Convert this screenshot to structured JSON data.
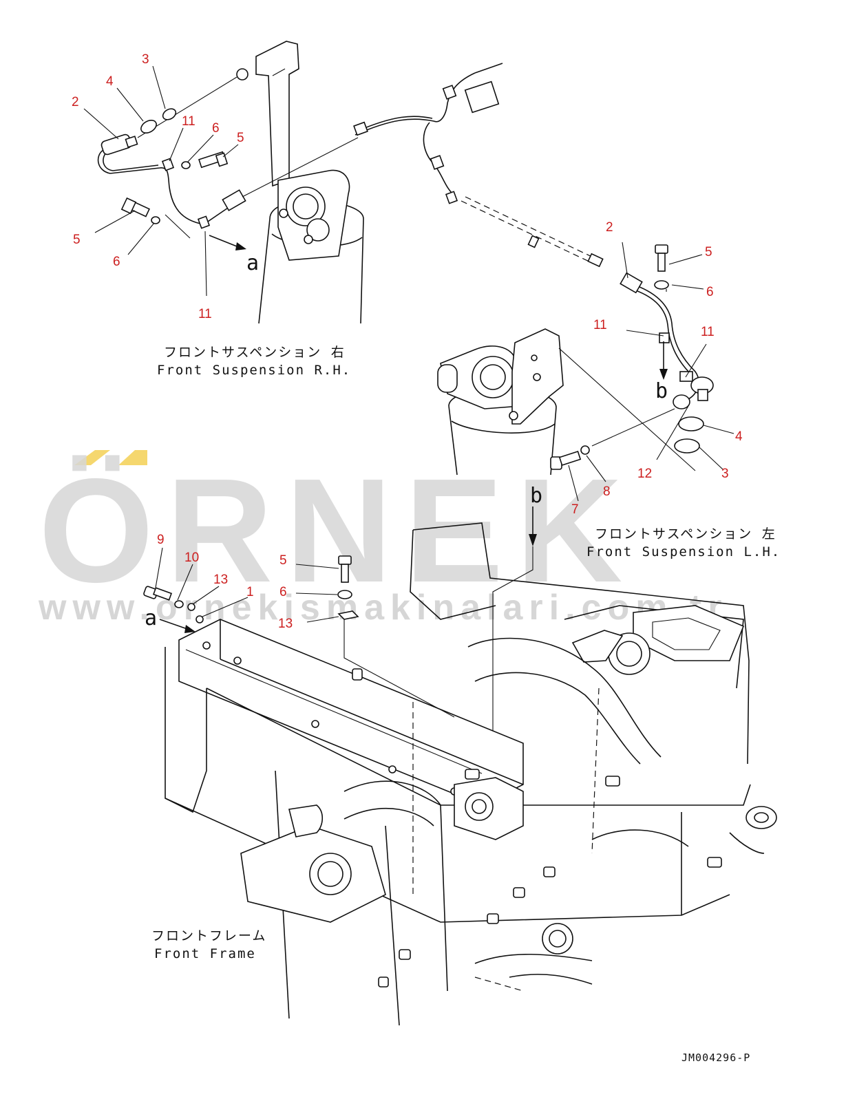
{
  "labels": {
    "rh_jp": "フロントサスペンション 右",
    "rh_en": "Front Suspension R.H.",
    "lh_jp": "フロントサスペンション 左",
    "lh_en": "Front Suspension L.H.",
    "frame_jp": "フロントフレーム",
    "frame_en": "Front Frame",
    "view_a": "a",
    "view_b": "b",
    "drawing_code": "JM004296-P"
  },
  "watermark": {
    "brand": "ÖRNEK",
    "url": "www.ornekismakinalari.com.tr",
    "accent_color": "#f5d76e",
    "text_color": "#d7d7d7"
  },
  "callouts": {
    "rh": [
      "3",
      "4",
      "2",
      "11",
      "6",
      "5",
      "5",
      "6",
      "11"
    ],
    "lh": [
      "2",
      "5",
      "6",
      "11",
      "11",
      "4",
      "3",
      "12",
      "8",
      "7"
    ],
    "frame": [
      "9",
      "10",
      "13",
      "1",
      "5",
      "6",
      "13"
    ]
  },
  "colors": {
    "callout": "#cc1f1f",
    "line": "#111111"
  }
}
